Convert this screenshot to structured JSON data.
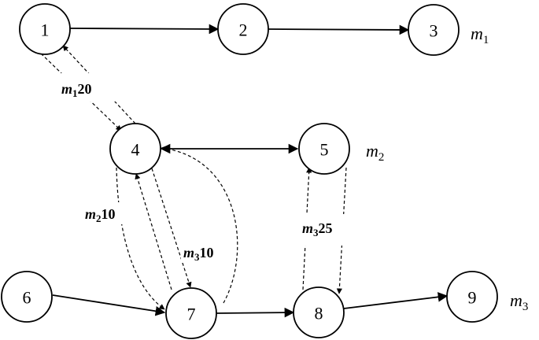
{
  "nodes": [
    "1",
    "2",
    "3",
    "4",
    "5",
    "6",
    "7",
    "8",
    "9"
  ],
  "machine_labels": [
    {
      "main": "m",
      "sub": "1"
    },
    {
      "main": "m",
      "sub": "2"
    },
    {
      "main": "m",
      "sub": "3"
    }
  ],
  "edge_labels": [
    {
      "main": "m",
      "sub": "1",
      "value": "20"
    },
    {
      "main": "m",
      "sub": "2",
      "value": "10"
    },
    {
      "main": "m",
      "sub": "3",
      "value": "10"
    },
    {
      "main": "m",
      "sub": "3",
      "value": "25"
    }
  ]
}
